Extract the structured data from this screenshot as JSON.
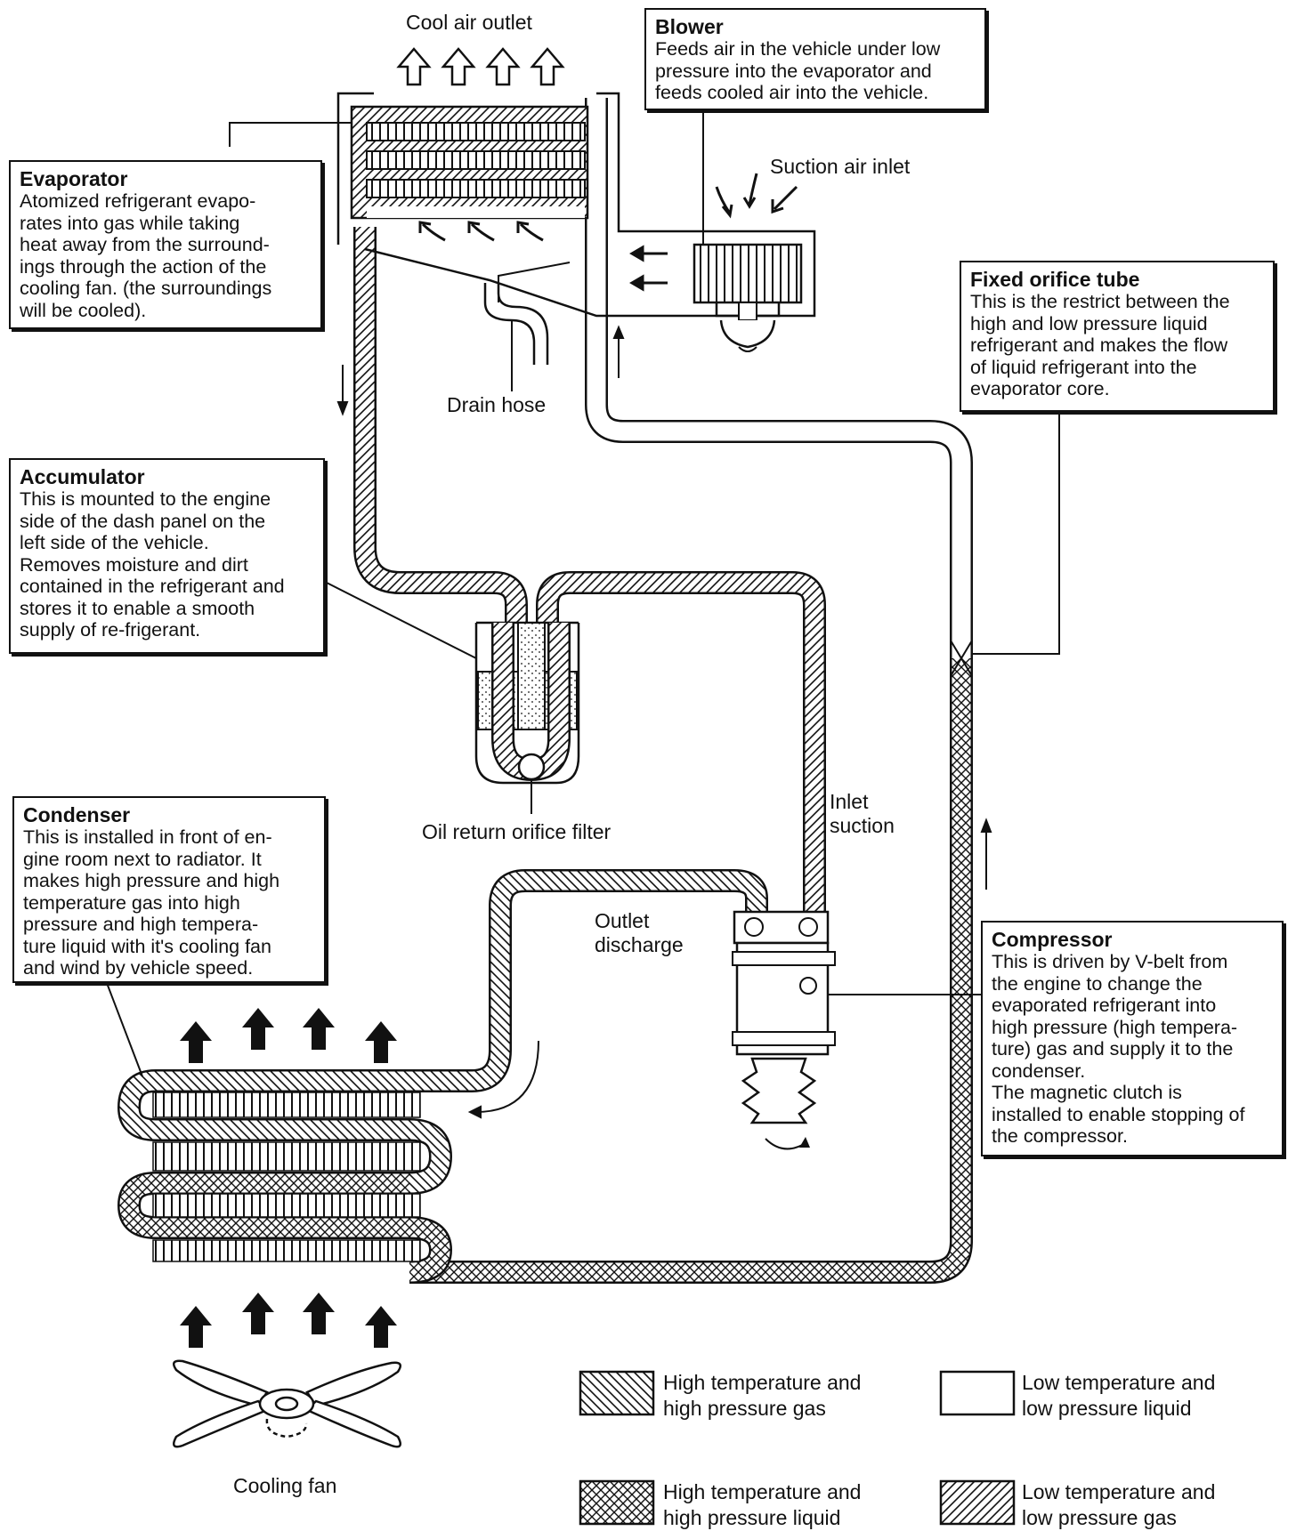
{
  "labels": {
    "cool_air_outlet": "Cool air outlet",
    "suction_air_inlet": "Suction air inlet",
    "drain_hose": "Drain hose",
    "oil_return_orifice_filter": "Oil return orifice filter",
    "inlet_suction": "Inlet\nsuction",
    "outlet_discharge": "Outlet\ndischarge",
    "cooling_fan": "Cooling fan"
  },
  "callouts": {
    "blower": {
      "title": "Blower",
      "text": "Feeds air in the vehicle under low\npressure into the evaporator and\nfeeds cooled air into the vehicle."
    },
    "evaporator": {
      "title": "Evaporator",
      "text": "Atomized refrigerant evapo-\nrates into gas while taking\nheat away from the surround-\nings through the action of the\ncooling fan. (the surroundings\nwill be cooled)."
    },
    "fixed_orifice_tube": {
      "title": "Fixed orifice tube",
      "text": "This is the restrict between the\nhigh and low pressure liquid\nrefrigerant and makes the flow\nof liquid refrigerant into the\nevaporator core."
    },
    "accumulator": {
      "title": "Accumulator",
      "text": "This is mounted to the engine\nside of the dash panel on the\nleft side of the vehicle.\nRemoves moisture and dirt\ncontained in the refrigerant and\nstores it to enable a smooth\nsupply of re-frigerant."
    },
    "condenser": {
      "title": "Condenser",
      "text": "This is installed in front of en-\ngine room next to radiator. It\nmakes high pressure and high\ntemperature gas into high\npressure and high tempera-\nture liquid with it's cooling fan\nand wind by vehicle speed."
    },
    "compressor": {
      "title": "Compressor",
      "text": "This is driven by V-belt from\nthe engine to change the\nevaporated refrigerant into\nhigh pressure (high tempera-\nture) gas and supply it to the\ncondenser.\nThe magnetic clutch is\ninstalled to enable stopping of\nthe compressor."
    }
  },
  "legend": [
    {
      "key": "hp_gas",
      "pattern": "hatch-back",
      "label": "High temperature and\nhigh pressure gas"
    },
    {
      "key": "lp_liquid",
      "pattern": "plain",
      "label": "Low temperature and\nlow pressure liquid"
    },
    {
      "key": "hp_liquid",
      "pattern": "cross-hatch",
      "label": "High temperature and\nhigh pressure liquid"
    },
    {
      "key": "lp_gas",
      "pattern": "hatch-forward",
      "label": "Low temperature and\nlow pressure gas"
    }
  ],
  "colors": {
    "line": "#111111",
    "background": "#ffffff"
  }
}
